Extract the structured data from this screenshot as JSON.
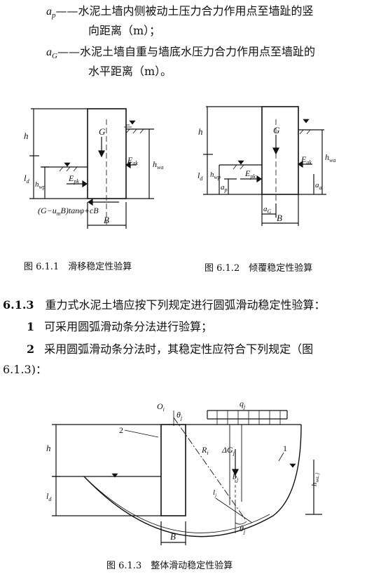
{
  "defs": [
    {
      "symbol": "a",
      "sub": "p",
      "dash": "——",
      "line1": "水泥土墙内侧被动土压力合力作用点至墙趾的竖",
      "line2": "向距离（m）；"
    },
    {
      "symbol": "a",
      "sub": "G",
      "dash": "——",
      "line1": "水泥土墙自重与墙底水压力合力作用点至墙趾的",
      "line2": "水平距离（m）。"
    }
  ],
  "fig1": {
    "caption": "图 6.1.1　滑移稳定性验算",
    "labels": {
      "h": "h",
      "ld": "l",
      "ld_sub": "d",
      "G": "G",
      "Eak": "E",
      "Eak_sub": "ak",
      "hwa": "h",
      "hwa_sub": "wa",
      "Epk": "E",
      "Epk_sub": "pk",
      "hwp": "h",
      "hwp_sub": "wp",
      "formula": "(G−u",
      "formula_sub": "m",
      "formula_rest": "B)tanφ+cB",
      "B": "B"
    }
  },
  "fig2": {
    "caption": "图 6.1.2　倾覆稳定性验算",
    "labels": {
      "h": "h",
      "ld": "l",
      "ld_sub": "d",
      "G": "G",
      "Eak": "E",
      "Eak_sub": "ak",
      "hwa": "h",
      "hwa_sub": "wa",
      "Epk": "E",
      "Epk_sub": "pk",
      "hwp": "h",
      "hwp_sub": "wp",
      "ap": "a",
      "ap_sub": "p",
      "aa": "a",
      "aa_sub": "a",
      "aG": "a",
      "aG_sub": "G",
      "B": "B"
    }
  },
  "section": {
    "number": "6.1.3",
    "text": "重力式水泥土墙应按下列规定进行圆弧滑动稳定性验算：",
    "item1_num": "1",
    "item1": "可采用圆弧滑动条分法进行验算；",
    "item2_num": "2",
    "item2": "采用圆弧滑动条分法时，其稳定性应符合下列规定（图",
    "item2_cont": "6.1.3)："
  },
  "fig3": {
    "caption": "图 6.1.3　整体滑动稳定性验算",
    "labels": {
      "Oi": "O",
      "Oi_sub": "i",
      "theta_top": "θ",
      "theta_top_sub": "j",
      "qj": "q",
      "qj_sub": "j",
      "num2": "2",
      "Ri": "R",
      "Ri_sub": "i",
      "dGj": "ΔG",
      "dGj_sub": "j",
      "num1": "1",
      "hwaj": "h",
      "hwaj_sub": "wa, j",
      "bj": "b",
      "bj_sub": "j",
      "lj": "l",
      "lj_sub": "j",
      "theta_bot": "θ",
      "theta_bot_sub": "j",
      "h": "h",
      "ld": "l",
      "ld_sub": "d",
      "B": "B"
    }
  }
}
